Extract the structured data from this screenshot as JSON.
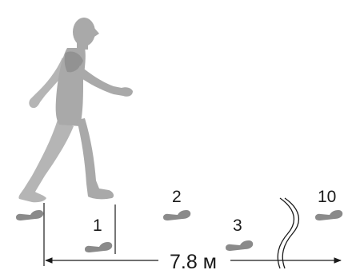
{
  "figure": {
    "subject_icon": "walking-person",
    "footprint_icon": "foot-print-icon",
    "break_icon": "axis-break-icon",
    "figure_color": "#a8a8a8",
    "footprint_color": "#8a8a8a",
    "line_color": "#1a1a1a"
  },
  "steps": [
    {
      "label": "1"
    },
    {
      "label": "2"
    },
    {
      "label": "3"
    },
    {
      "label": "10"
    }
  ],
  "distance": {
    "label": "7.8 м"
  }
}
